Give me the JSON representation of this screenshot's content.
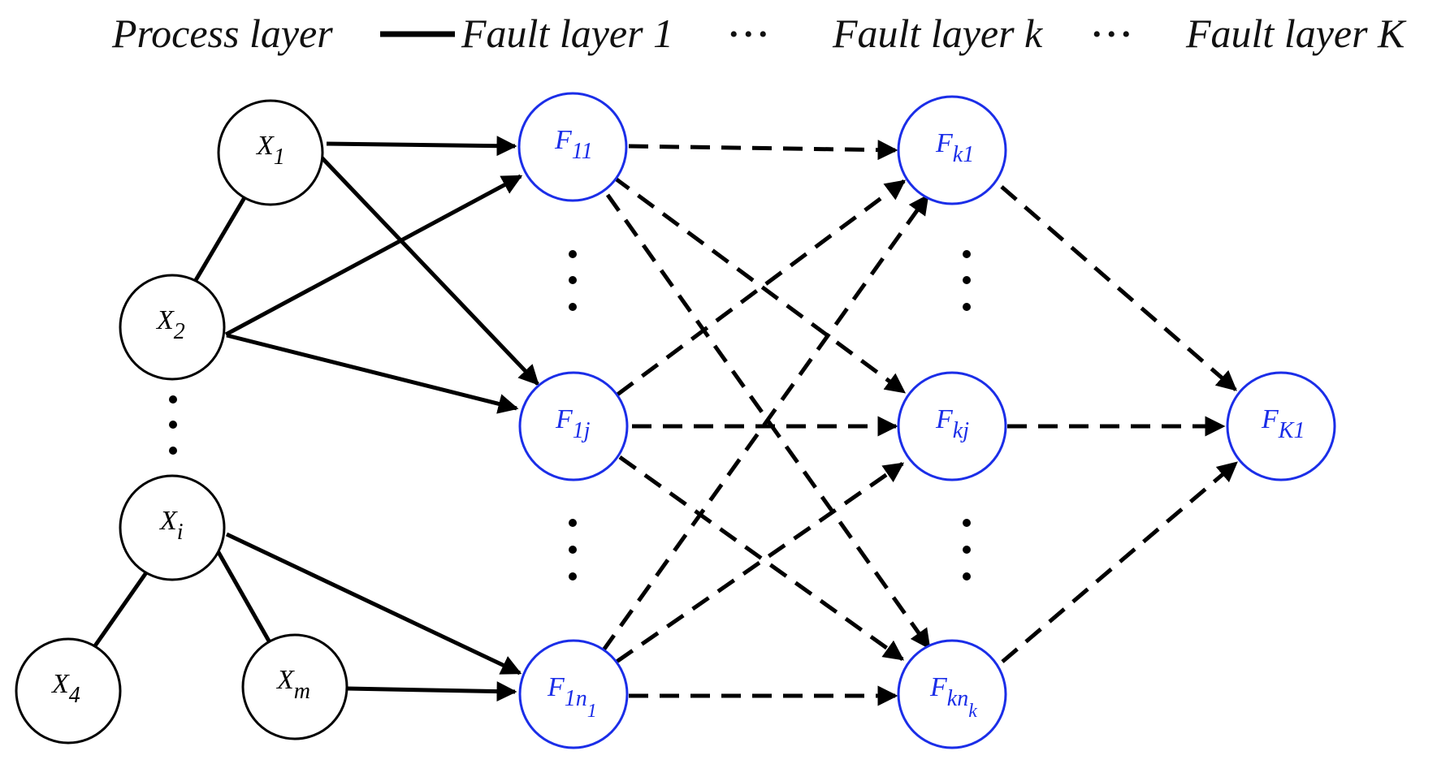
{
  "header": {
    "process_layer": "Process layer",
    "fault_layer_1": "Fault layer 1",
    "fault_layer_k": "Fault layer k",
    "fault_layer_K": "Fault layer K",
    "ellipsis": "• • •"
  },
  "colors": {
    "process_node": "#000000",
    "fault_node": "#1b2ee8",
    "edge": "#000000"
  },
  "nodes": {
    "x1": {
      "base": "X",
      "sub": "1"
    },
    "x2": {
      "base": "X",
      "sub": "2"
    },
    "xi": {
      "base": "X",
      "sub": "i"
    },
    "x4": {
      "base": "X",
      "sub": "4"
    },
    "xm": {
      "base": "X",
      "sub": "m"
    },
    "f11": {
      "base": "F",
      "sub": "11"
    },
    "f1j": {
      "base": "F",
      "sub": "1j"
    },
    "f1n": {
      "base": "F",
      "sub": "1n",
      "subsub": "1"
    },
    "fk1": {
      "base": "F",
      "sub": "k1"
    },
    "fkj": {
      "base": "F",
      "sub": "kj"
    },
    "fkn": {
      "base": "F",
      "sub": "kn",
      "subsub": "k"
    },
    "fK1": {
      "base": "F",
      "sub": "K1"
    }
  }
}
